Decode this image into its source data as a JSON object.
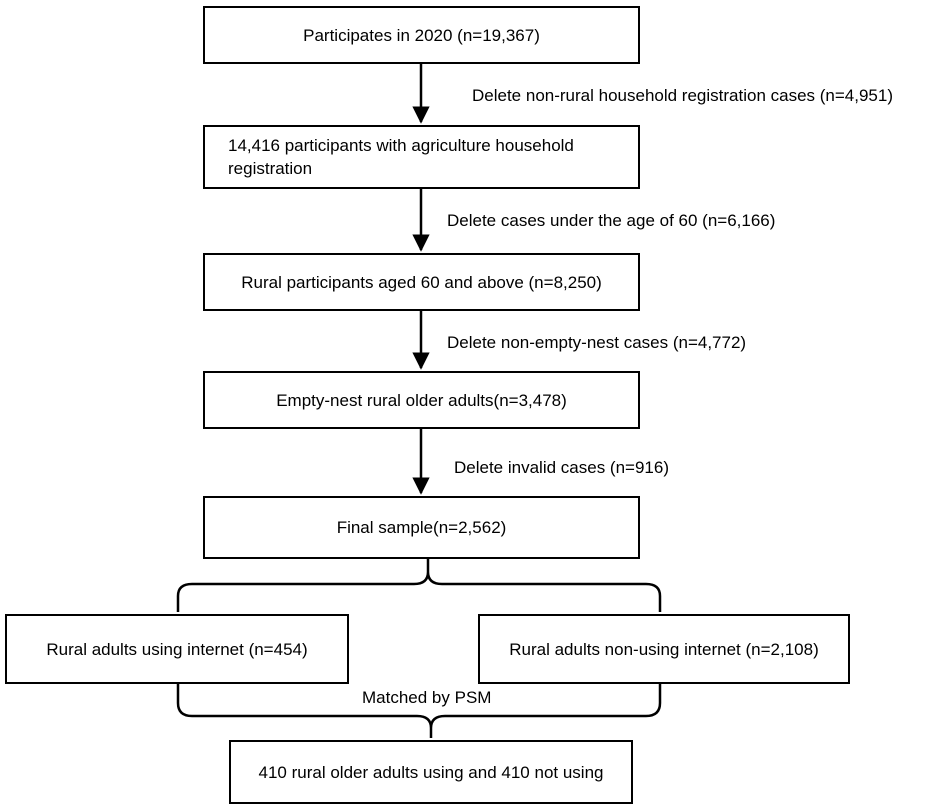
{
  "boxes": {
    "participants": "Participates  in 2020 (n=19,367)",
    "agri": "14,416 participants with agriculture household registration",
    "rural60": "Rural participants aged 60 and above (n=8,250)",
    "emptynest": "Empty-nest rural older adults(n=3,478)",
    "final": "Final sample(n=2,562)",
    "using": "Rural adults using internet (n=454)",
    "nonusing": "Rural adults non-using internet (n=2,108)",
    "matched": "410 rural older adults using and 410 not using"
  },
  "labels": {
    "del_nonrural": "Delete non-rural household registration cases (n=4,951)",
    "del_under60": "Delete cases under the age of 60  (n=6,166)",
    "del_nonempty": "Delete non-empty-nest cases  (n=4,772)",
    "del_invalid": "Delete invalid cases  (n=916)",
    "psm": "Matched by PSM"
  },
  "colors": {
    "line": "#000000",
    "background": "#ffffff"
  }
}
